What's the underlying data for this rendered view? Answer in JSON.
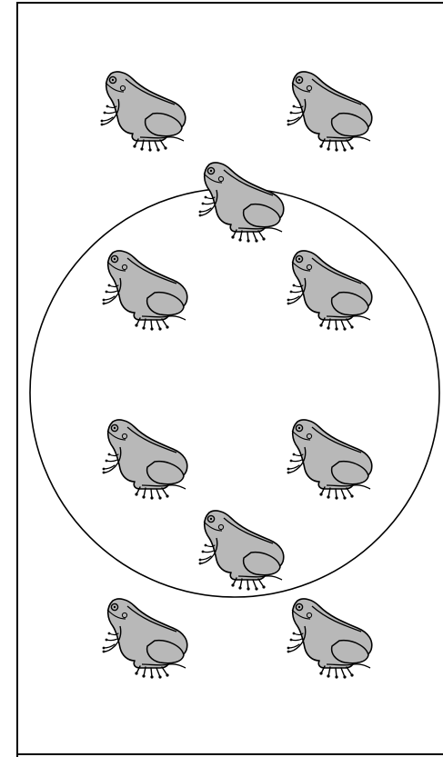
{
  "figure": {
    "subject": "frog",
    "frog_count_total": 10,
    "frog_count_inside_circle": 4,
    "frog_count_on_circle_edge": 2,
    "frog_count_outside_circle": 4,
    "colors": {
      "frog_fill": "#b8b8b8",
      "frog_outline": "#000000",
      "circle_stroke": "#000000",
      "frame_stroke": "#000000",
      "background": "#ffffff"
    },
    "icons": {
      "frog": "frog-icon",
      "circle": "circle-outline"
    }
  }
}
